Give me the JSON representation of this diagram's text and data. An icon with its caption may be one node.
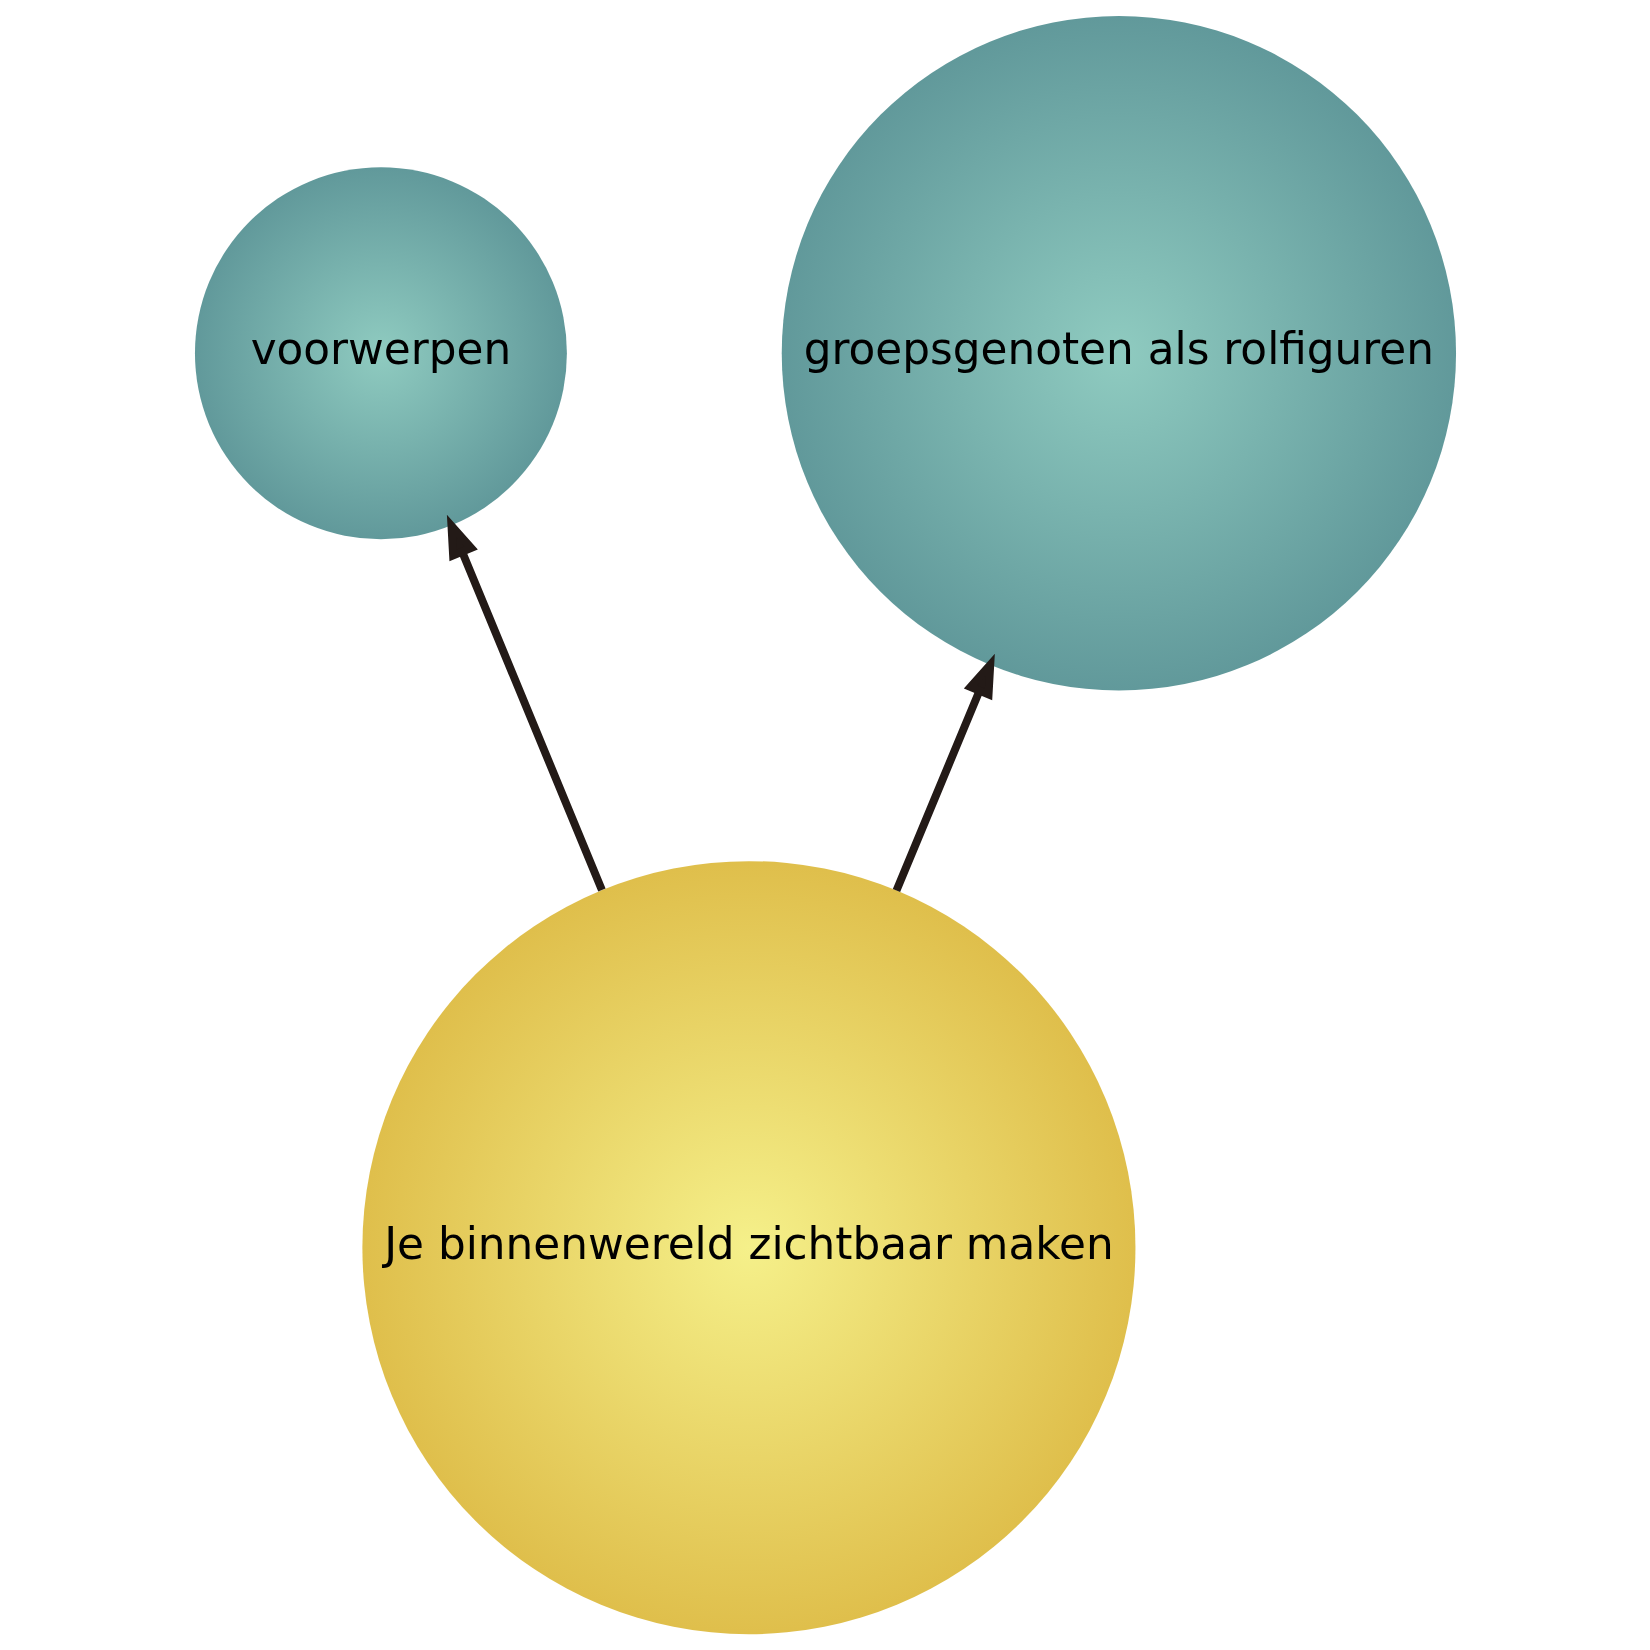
{
  "diagram": {
    "nodes": [
      {
        "text": [
          "voorwerpen"
        ]
      },
      {
        "text": [
          "groepsgenoten als rolfiguren"
        ]
      },
      {
        "text": [
          "Je binnenwereld zichtbaar maken"
        ]
      }
    ],
    "edges": [
      {
        "from": 2,
        "to": 0,
        "arrow": "to"
      },
      {
        "from": 2,
        "to": 1,
        "arrow": "to"
      }
    ]
  }
}
